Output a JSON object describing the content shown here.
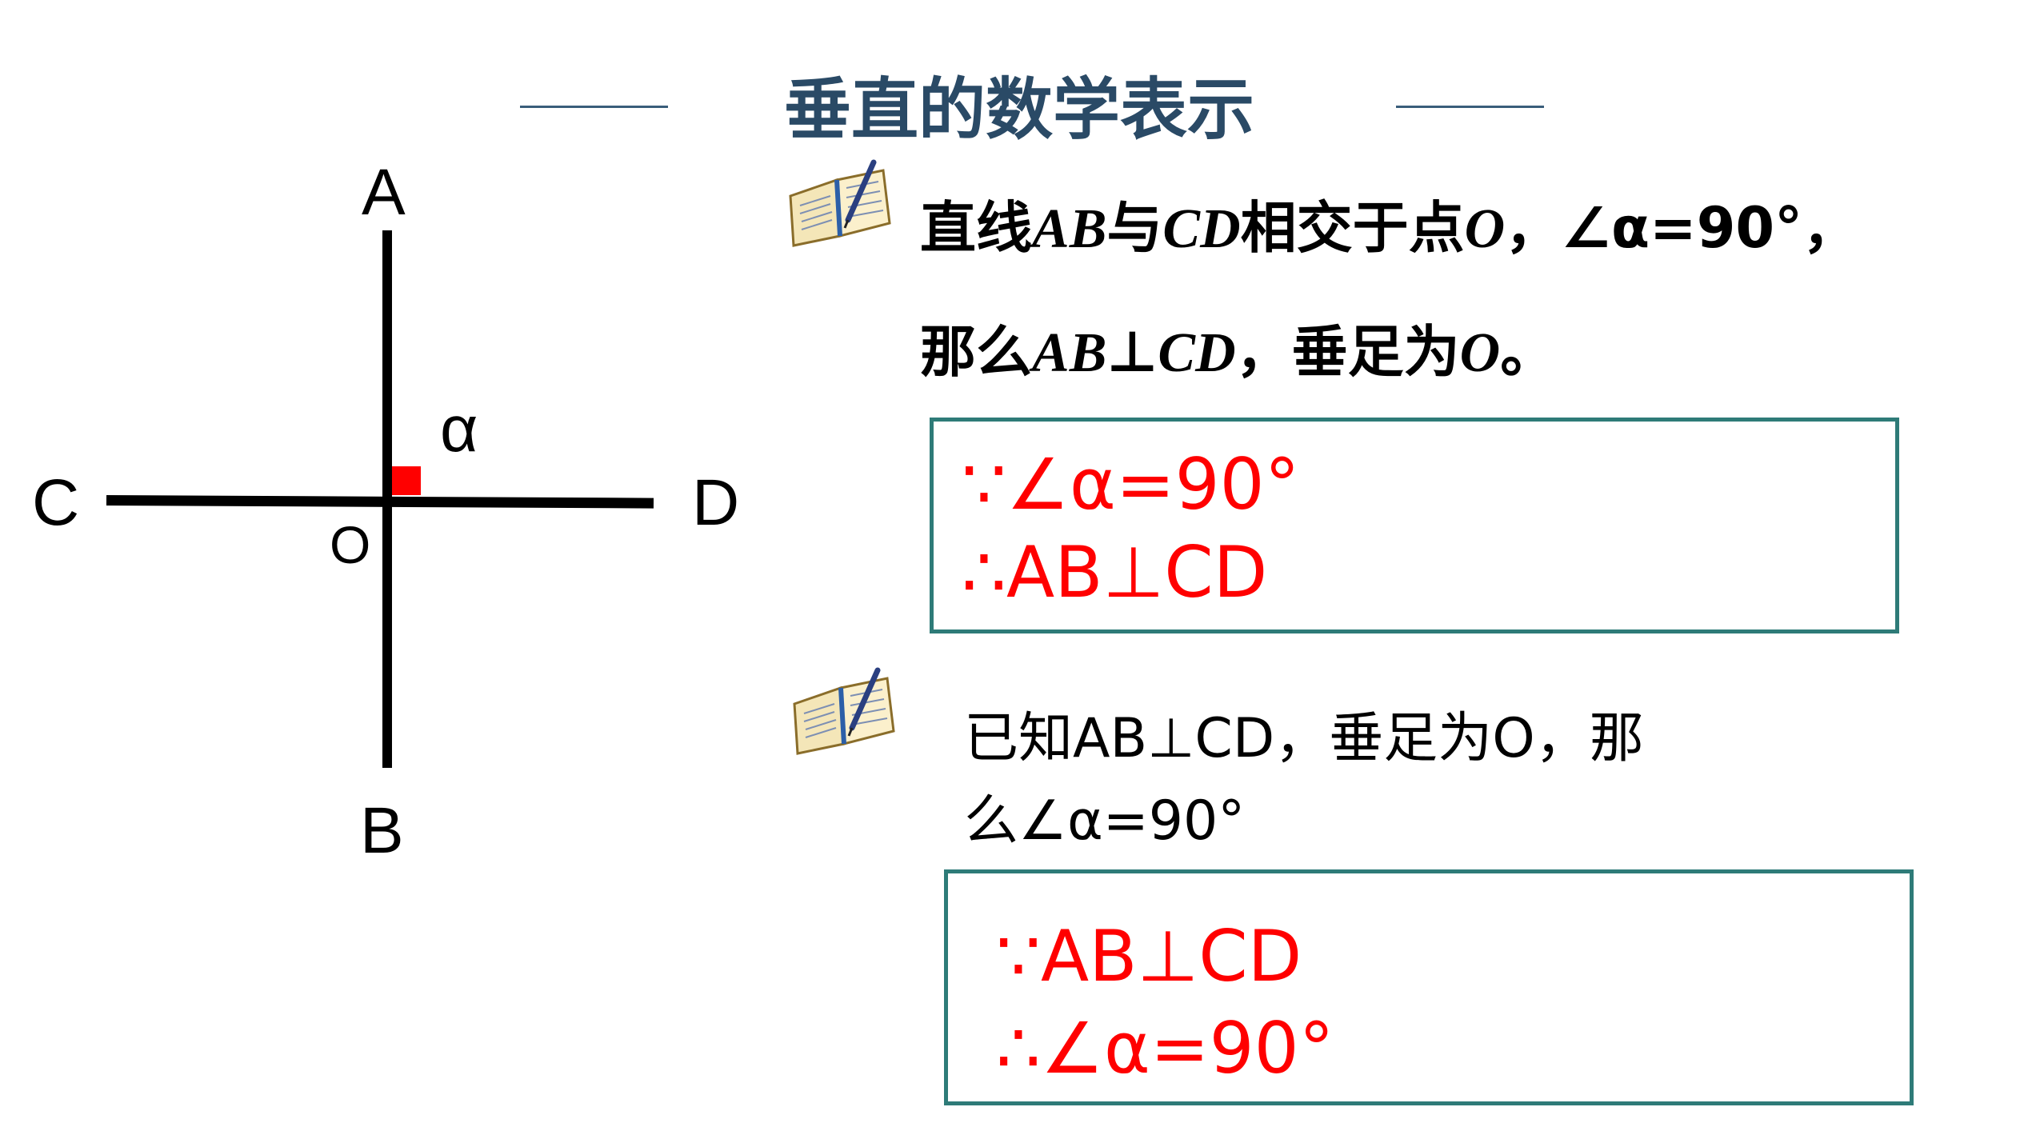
{
  "title": "垂直的数学表示",
  "figure": {
    "labels": {
      "a": "A",
      "b": "B",
      "c": "C",
      "d": "D",
      "o": "O",
      "alpha": "α"
    }
  },
  "statement1": {
    "line1": {
      "p1": "直线",
      "ab": "AB",
      "p2": "与",
      "cd": "CD",
      "p3": "相交于点",
      "o": "O",
      "p4": "，∠α=90°，"
    },
    "line2": {
      "p1": "那么",
      "ab": "AB",
      "perp": "⊥",
      "cd": "CD",
      "p2": "，垂足为",
      "o": "O",
      "p3": "。"
    }
  },
  "box1": {
    "line1": "∵∠α=90°",
    "line2": "∴AB⊥CD"
  },
  "statement2": {
    "line1": "已知AB⊥CD，垂足为O，那",
    "line2": "么∠α=90°"
  },
  "box2": {
    "line1": "∵AB⊥CD",
    "line2": "∴∠α=90°"
  },
  "colors": {
    "title": "#2a4a66",
    "box_border": "#2e7b78",
    "proof_text": "#ff0000",
    "right_angle_marker": "#ff0000"
  },
  "icons": {
    "note": "open-book-with-pen-icon"
  }
}
